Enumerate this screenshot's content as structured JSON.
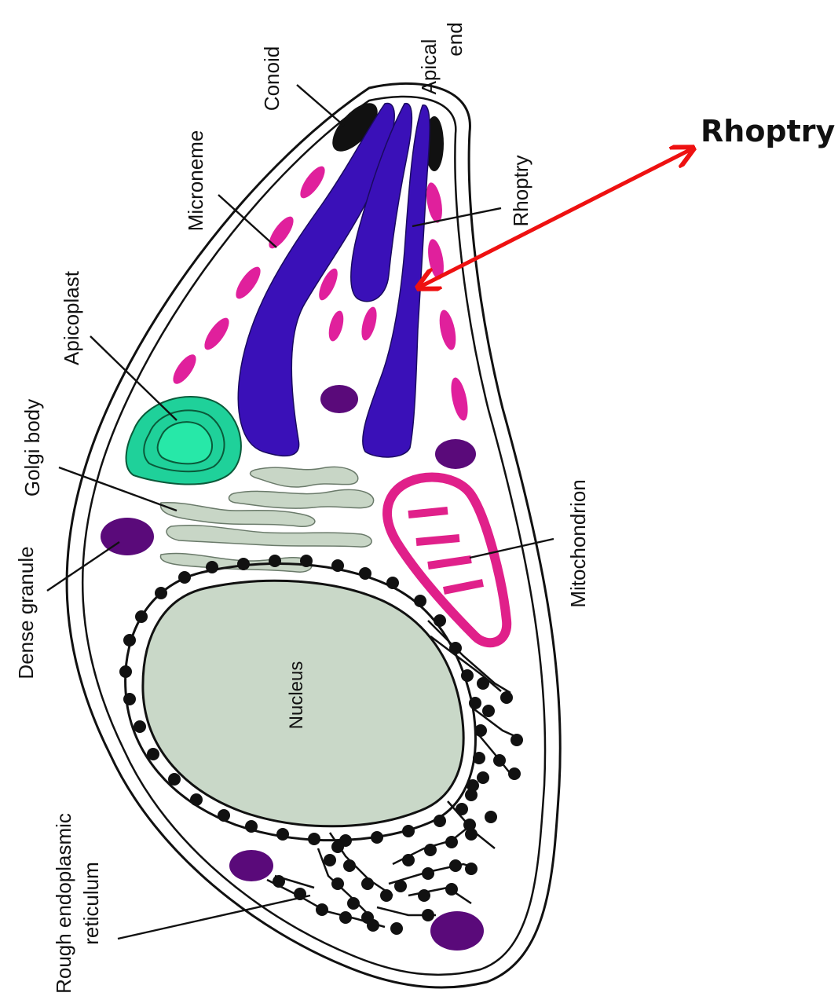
{
  "labels": {
    "apical_end": [
      "Apical",
      "end"
    ],
    "conoid": "Conoid",
    "microneme": "Microneme",
    "rhoptry": "Rhoptry",
    "apicoplast": "Apicoplast",
    "golgi_body": "Golgi body",
    "mitochondrion": "Mitochondrion",
    "dense_granule": "Dense granule",
    "nucleus": "Nucleus",
    "rough_er": [
      "Rough endoplasmic",
      "reticulum"
    ]
  },
  "callout": {
    "text": "Rhoptry"
  },
  "colors": {
    "outline": "#111111",
    "rhoptry": "#3a10b8",
    "microneme": "#e0209c",
    "conoid": "#111111",
    "apicoplast": "#1fd19a",
    "golgi": "#c8d6c6",
    "nucleus": "#c9d8c8",
    "mitochondrion": "#e0208a",
    "dense_granule": "#5a0a7a",
    "callout_arrow": "#ee1111"
  }
}
